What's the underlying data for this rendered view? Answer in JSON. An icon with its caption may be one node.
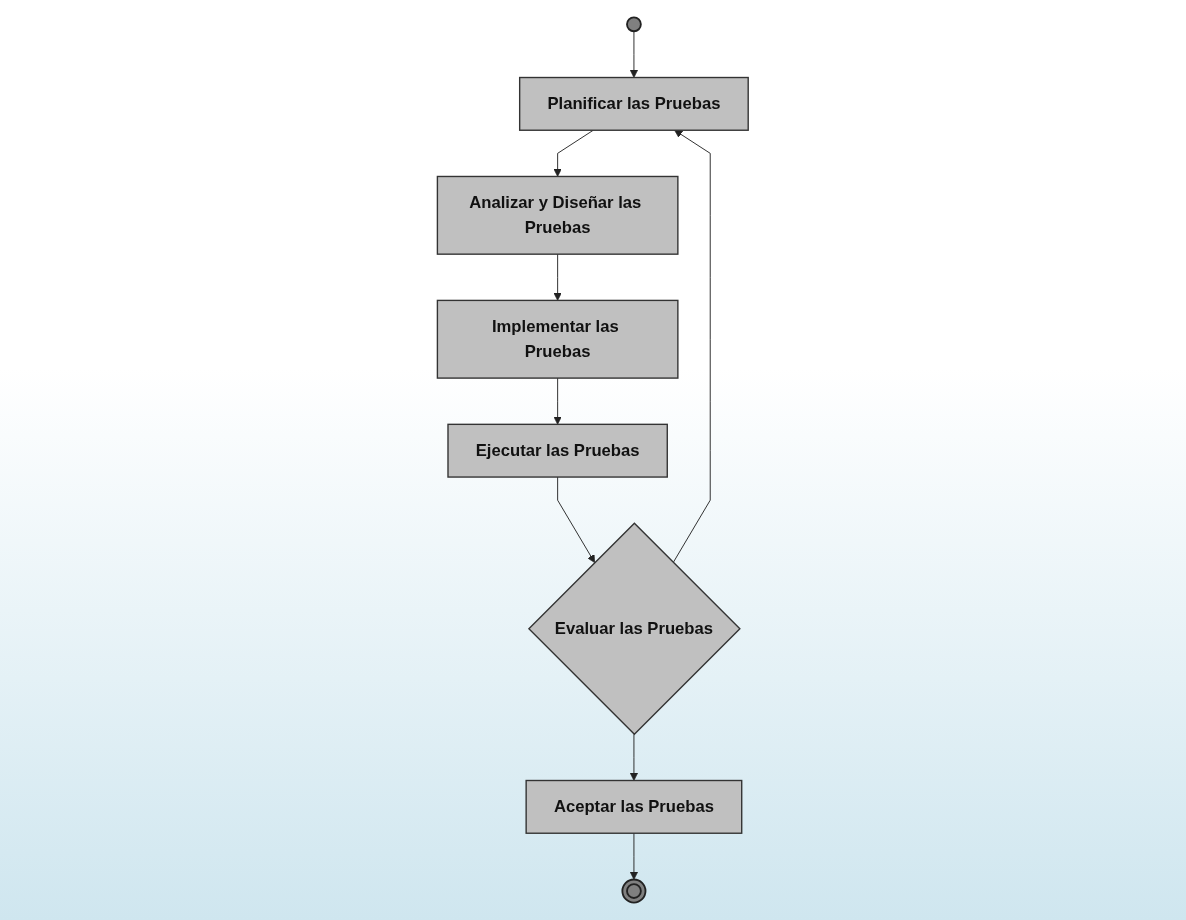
{
  "diagram": {
    "nodes": [
      {
        "text": [],
        "shape": "circle"
      },
      {
        "text": [
          "Planificar las Pruebas"
        ]
      },
      {
        "text": [
          "Analizar y Diseñar las Pruebas"
        ]
      },
      {
        "text": [
          "Implementar las Pruebas"
        ]
      },
      {
        "text": [
          "Ejecutar las Pruebas"
        ]
      },
      {
        "text": [
          "Evaluar las Pruebas"
        ]
      },
      {
        "text": [
          "Aceptar las Pruebas"
        ]
      },
      {
        "text": [],
        "shape": "circle"
      }
    ],
    "edges": [
      {
        "from": 0,
        "to": 1,
        "arrow": "to"
      },
      {
        "from": 1,
        "to": 2,
        "arrow": "to"
      },
      {
        "from": 2,
        "to": 3,
        "arrow": "to"
      },
      {
        "from": 3,
        "to": 4,
        "arrow": "to"
      },
      {
        "from": 4,
        "to": 5,
        "arrow": "to"
      },
      {
        "from": 5,
        "to": 1,
        "arrow": "to"
      },
      {
        "from": 5,
        "to": 6,
        "arrow": "to"
      },
      {
        "from": 6,
        "to": 7,
        "arrow": "to"
      }
    ]
  }
}
